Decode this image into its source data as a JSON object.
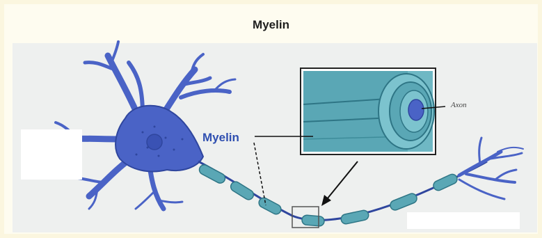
{
  "title": "Myelin",
  "labels": {
    "myelin": "Myelin",
    "axon": "Axon"
  },
  "colors": {
    "neuron_body": "#4a63c6",
    "neuron_dark": "#2f469e",
    "myelin_sheath": "#5aa7b5",
    "myelin_dark": "#2e7585",
    "label_blue": "#2f4fb0",
    "background": "#fefcf0",
    "panel": "#eef0ef"
  }
}
